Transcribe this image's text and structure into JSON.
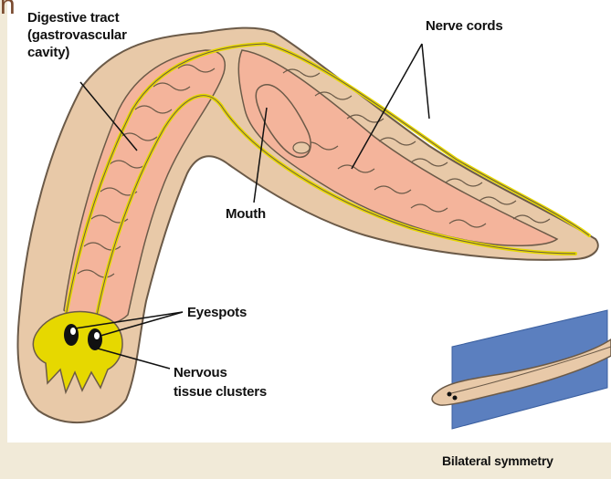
{
  "heading_fragment": "n",
  "labels": {
    "digestive_tract": "Digestive tract\n(gastrovascular\ncavity)",
    "nerve_cords": "Nerve cords",
    "mouth": "Mouth",
    "eyespots": "Eyespots",
    "nervous_tissue_clusters": "Nervous\ntissue clusters",
    "bilateral_symmetry": "Bilateral symmetry"
  },
  "colors": {
    "background": "#f1ead8",
    "panel": "#ffffff",
    "body_fill": "#e8c9a8",
    "body_outline": "#6b5a48",
    "gut_fill": "#f4b49b",
    "nerve_yellow": "#e6d800",
    "plane_blue": "#5b7fbf"
  }
}
